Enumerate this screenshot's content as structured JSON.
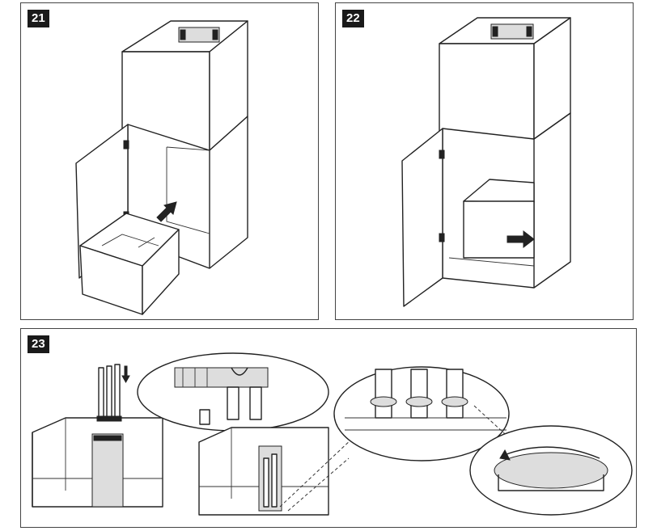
{
  "steps": [
    {
      "number": "21"
    },
    {
      "number": "22"
    },
    {
      "number": "23"
    }
  ],
  "colors": {
    "ink": "#222222",
    "badge": "#1a1a1a",
    "border": "#444444"
  },
  "icons": [
    "arrow-right-icon",
    "arrow-up-right-icon",
    "arrow-down-icon",
    "rotate-arrow-icon"
  ]
}
